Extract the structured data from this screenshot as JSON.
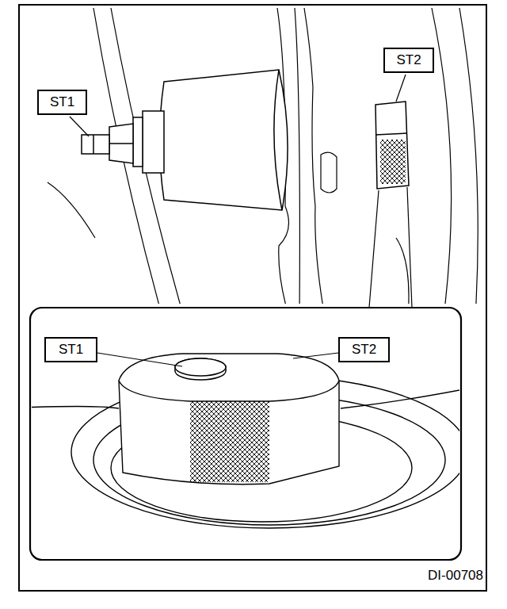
{
  "diagram": {
    "nodes": [
      {
        "text": [
          "ST1"
        ]
      },
      {
        "text": [
          "ST2"
        ]
      },
      {
        "text": [
          "ST1"
        ]
      },
      {
        "text": [
          "ST2"
        ]
      }
    ],
    "labels": [
      "DI-00708"
    ]
  }
}
